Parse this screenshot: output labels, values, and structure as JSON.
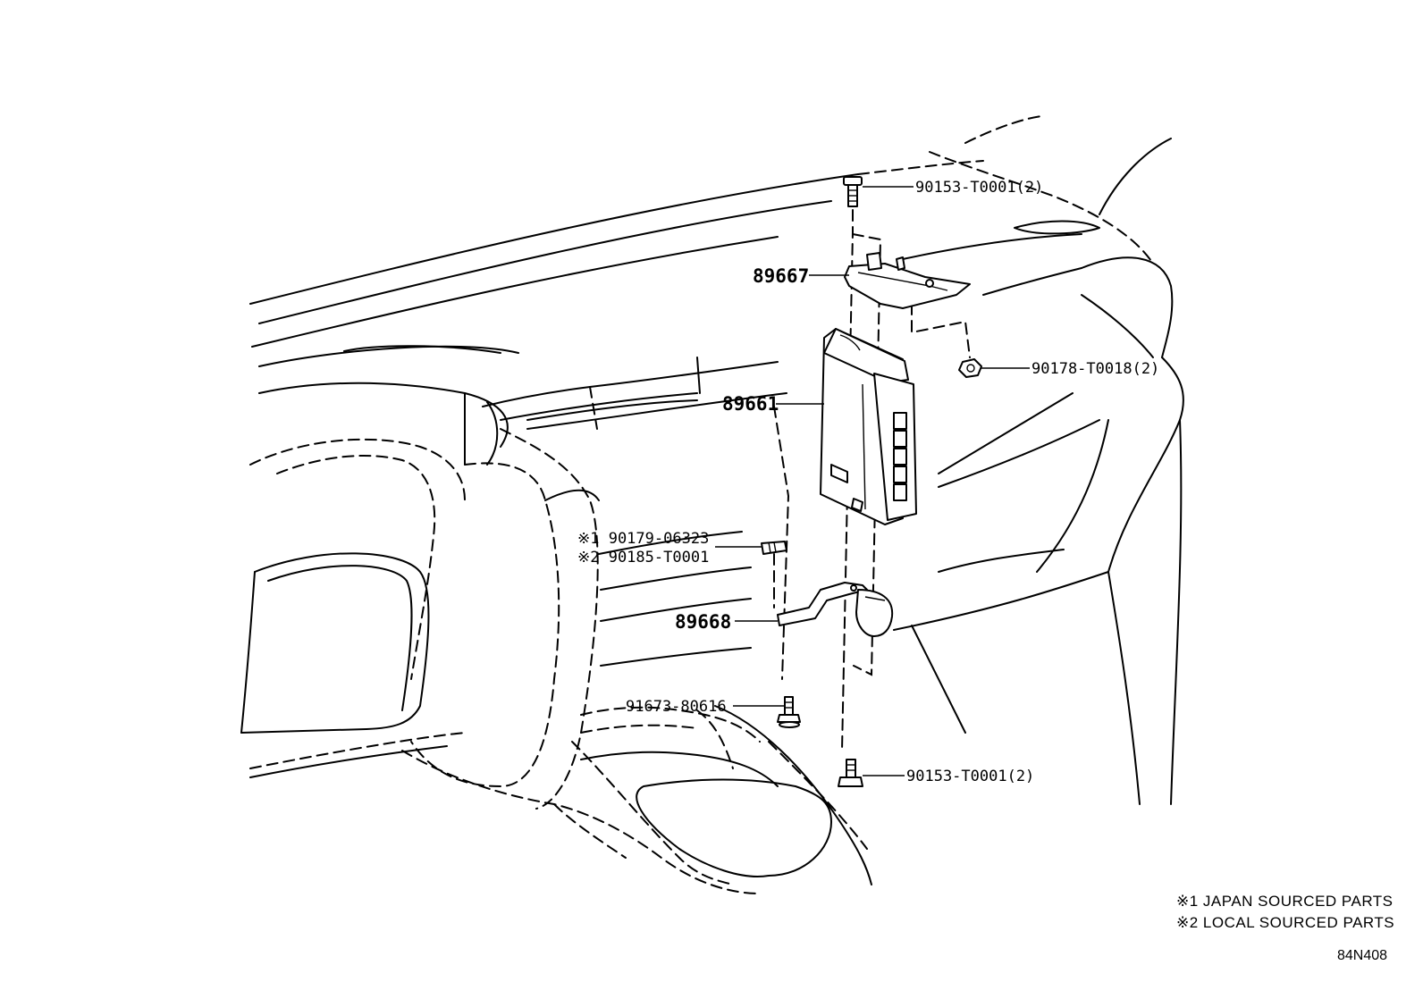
{
  "callouts": {
    "bolt_top": "90153-T0001(2)",
    "bracket_upper": "89667",
    "nut_right": "90178-T0018(2)",
    "ecu": "89661",
    "clip_1": "※1 90179-06323",
    "clip_2": "※2 90185-T0001",
    "bracket_lower": "89668",
    "bolt_mid": "91673-80616",
    "bolt_bottom": "90153-T0001(2)"
  },
  "legend": {
    "note_1": "※1 JAPAN SOURCED PARTS",
    "note_2": "※2 LOCAL SOURCED PARTS"
  },
  "figure_code": "84N408"
}
